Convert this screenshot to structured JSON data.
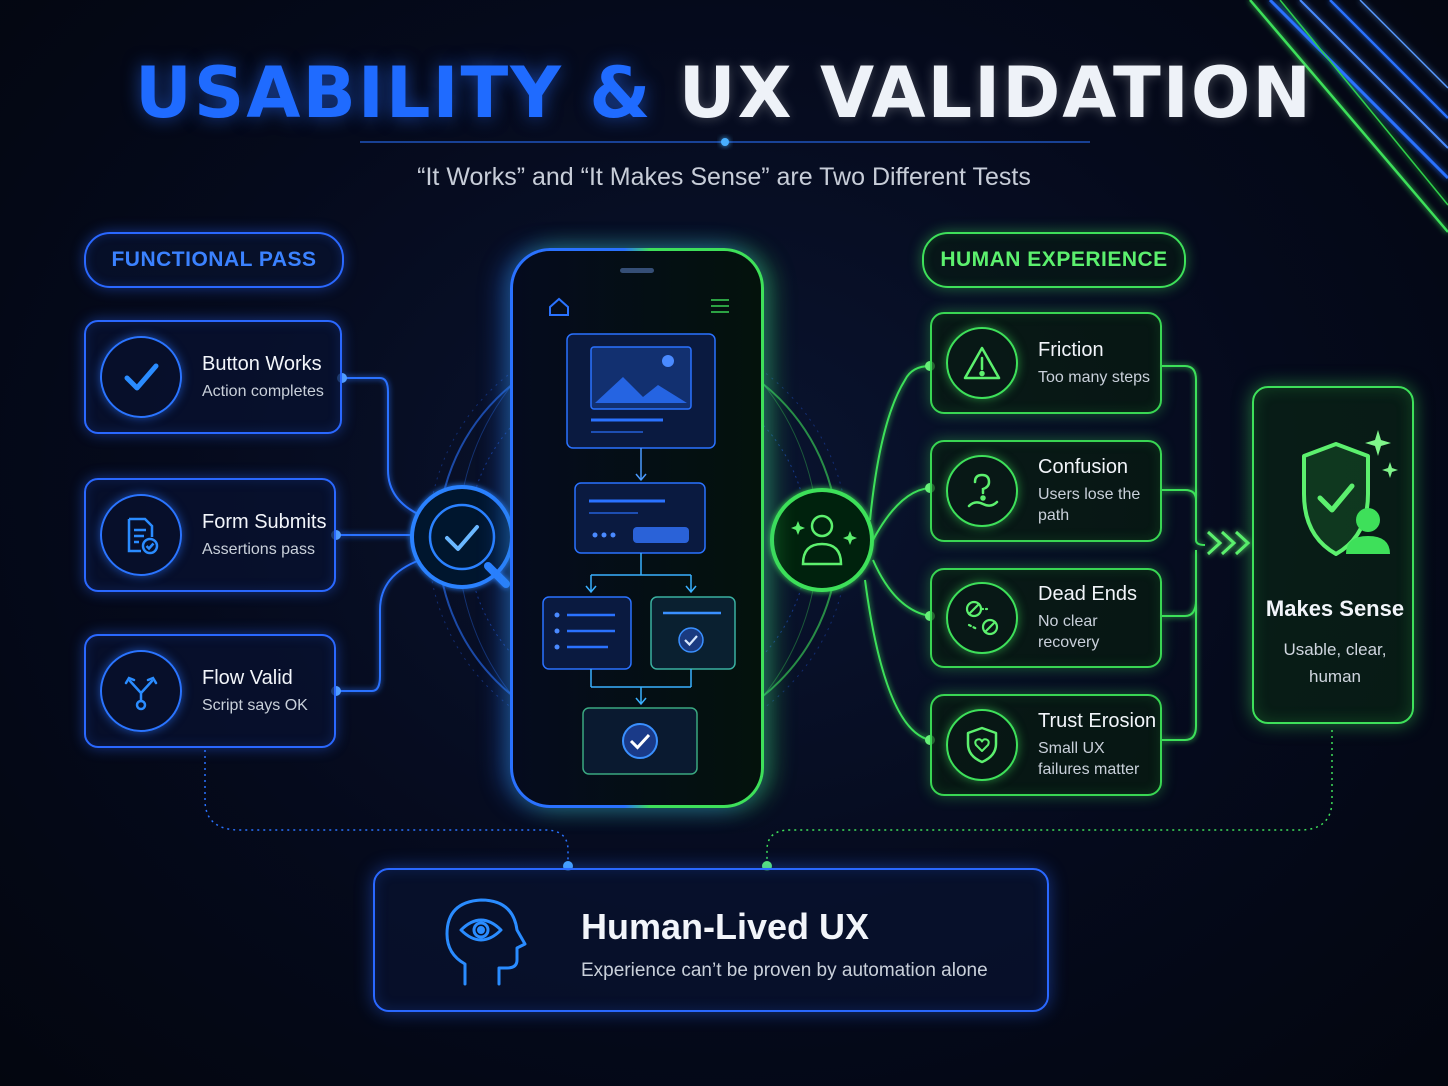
{
  "title": {
    "part1": "USABILITY &",
    "part2": "UX VALIDATION"
  },
  "subtitle": "“It Works” and “It Makes Sense” are Two Different Tests",
  "functional": {
    "label": "FUNCTIONAL PASS",
    "items": [
      {
        "title": "Button Works",
        "sub": "Action completes",
        "icon": "checkmark-icon"
      },
      {
        "title": "Form Submits",
        "sub": "Assertions pass",
        "icon": "document-check-icon"
      },
      {
        "title": "Flow Valid",
        "sub": "Script says OK",
        "icon": "branch-arrows-icon"
      }
    ]
  },
  "human": {
    "label": "HUMAN EXPERIENCE",
    "items": [
      {
        "title": "Friction",
        "sub": "Too many steps",
        "icon": "warning-triangle-icon"
      },
      {
        "title": "Confusion",
        "sub": "Users lose the path",
        "icon": "question-path-icon"
      },
      {
        "title": "Dead Ends",
        "sub": "No clear recovery",
        "icon": "blocked-route-icon"
      },
      {
        "title": "Trust Erosion",
        "sub": "Small UX failures matter",
        "icon": "shield-heart-icon"
      }
    ]
  },
  "result": {
    "title": "Makes Sense",
    "sub": "Usable, clear, human",
    "icon": "shield-user-icon"
  },
  "bottom": {
    "title": "Human-Lived UX",
    "sub": "Experience can’t be proven by automation alone",
    "icon": "head-eye-icon"
  },
  "colors": {
    "blue": "#2a68ff",
    "green": "#3ee05a",
    "background": "#050a1c"
  }
}
